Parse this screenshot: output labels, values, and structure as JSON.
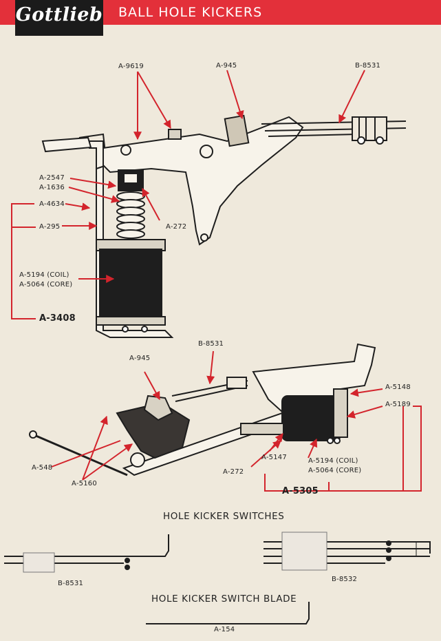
{
  "header": {
    "logo": "Gottlieb",
    "title": "BALL HOLE KICKERS"
  },
  "colors": {
    "header_red": "#e3303a",
    "arrow_red": "#d3242c",
    "logo_black": "#1b1b1b"
  },
  "diagram1": {
    "labels": {
      "a9619": "A-9619",
      "a945": "A-945",
      "b8531": "B-8531",
      "a2547": "A-2547",
      "a1636": "A-1636",
      "a4634": "A-4634",
      "a295": "A-295",
      "a272": "A-272",
      "a5194": "A-5194 (COIL)",
      "a5064": "A-5064 (CORE)",
      "assembly": "A-3408"
    }
  },
  "diagram2": {
    "labels": {
      "b8531": "B-8531",
      "a945": "A-945",
      "a5148": "A-5148",
      "a5189": "A-5189",
      "a548": "A-548",
      "a5147": "A-5147",
      "a272": "A-272",
      "a5160": "A-5160",
      "a5194": "A-5194 (COIL)",
      "a5064": "A-5064 (CORE)",
      "assembly": "A-5305"
    }
  },
  "switches": {
    "title": "HOLE KICKER SWITCHES",
    "left_part": "B-8531",
    "right_part": "B-8532"
  },
  "blade": {
    "title": "HOLE KICKER SWITCH BLADE",
    "part": "A-154"
  }
}
